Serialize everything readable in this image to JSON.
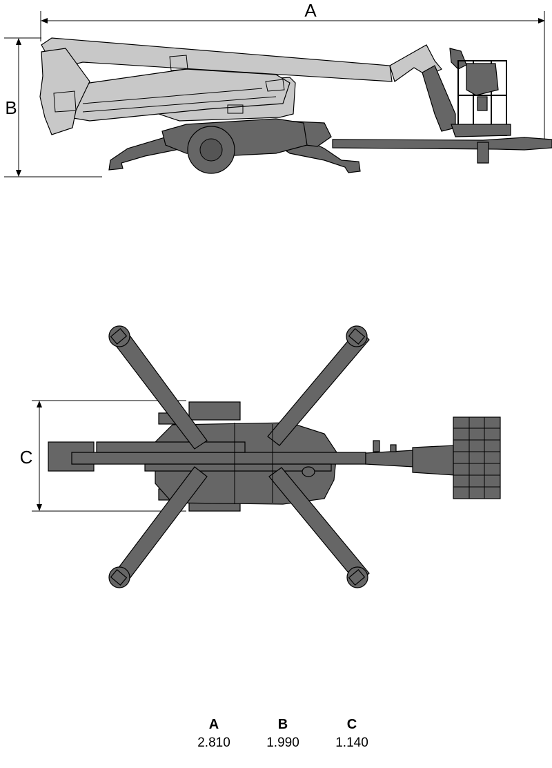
{
  "dimension_labels": {
    "a": "A",
    "b": "B",
    "c": "C"
  },
  "specs": [
    {
      "key": "A",
      "value": "2.810"
    },
    {
      "key": "B",
      "value": "1.990"
    },
    {
      "key": "C",
      "value": "1.140"
    }
  ],
  "colors": {
    "body_dark": "#666666",
    "boom_light": "#c8c8c8",
    "line": "#000000"
  }
}
